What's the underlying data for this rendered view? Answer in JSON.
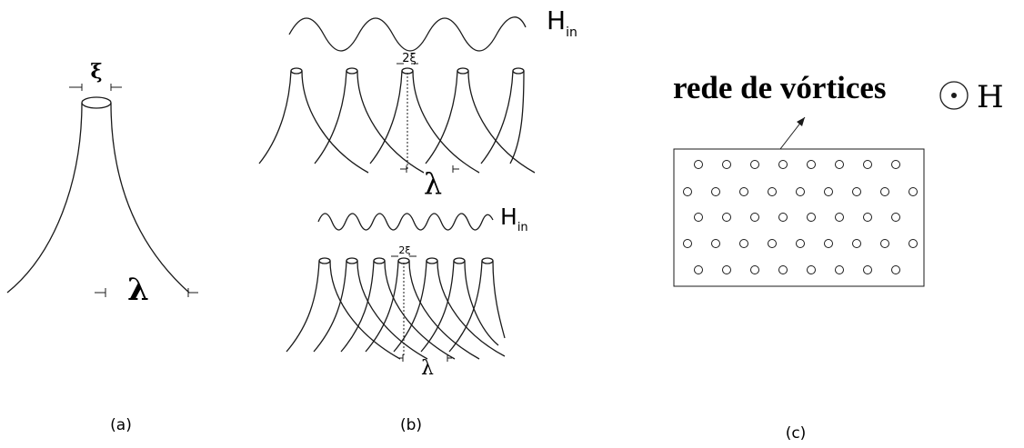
{
  "panel_a": {
    "caption": "(a)",
    "xi_label": "ξ",
    "lambda_label": "λ"
  },
  "panel_b": {
    "caption": "(b)",
    "top": {
      "field_label_main": "H",
      "field_label_sub": "in",
      "spacing_label": "2ξ",
      "lambda_label": "λ",
      "vortex_count": 5
    },
    "bottom": {
      "field_label_main": "H",
      "field_label_sub": "in",
      "spacing_label": "2ξ",
      "lambda_label": "λ",
      "vortex_count": 7
    }
  },
  "panel_c": {
    "caption": "(c)",
    "title": "rede de vórtices",
    "field_label": "H",
    "lattice_rows": [
      8,
      9,
      8,
      9,
      8
    ]
  }
}
